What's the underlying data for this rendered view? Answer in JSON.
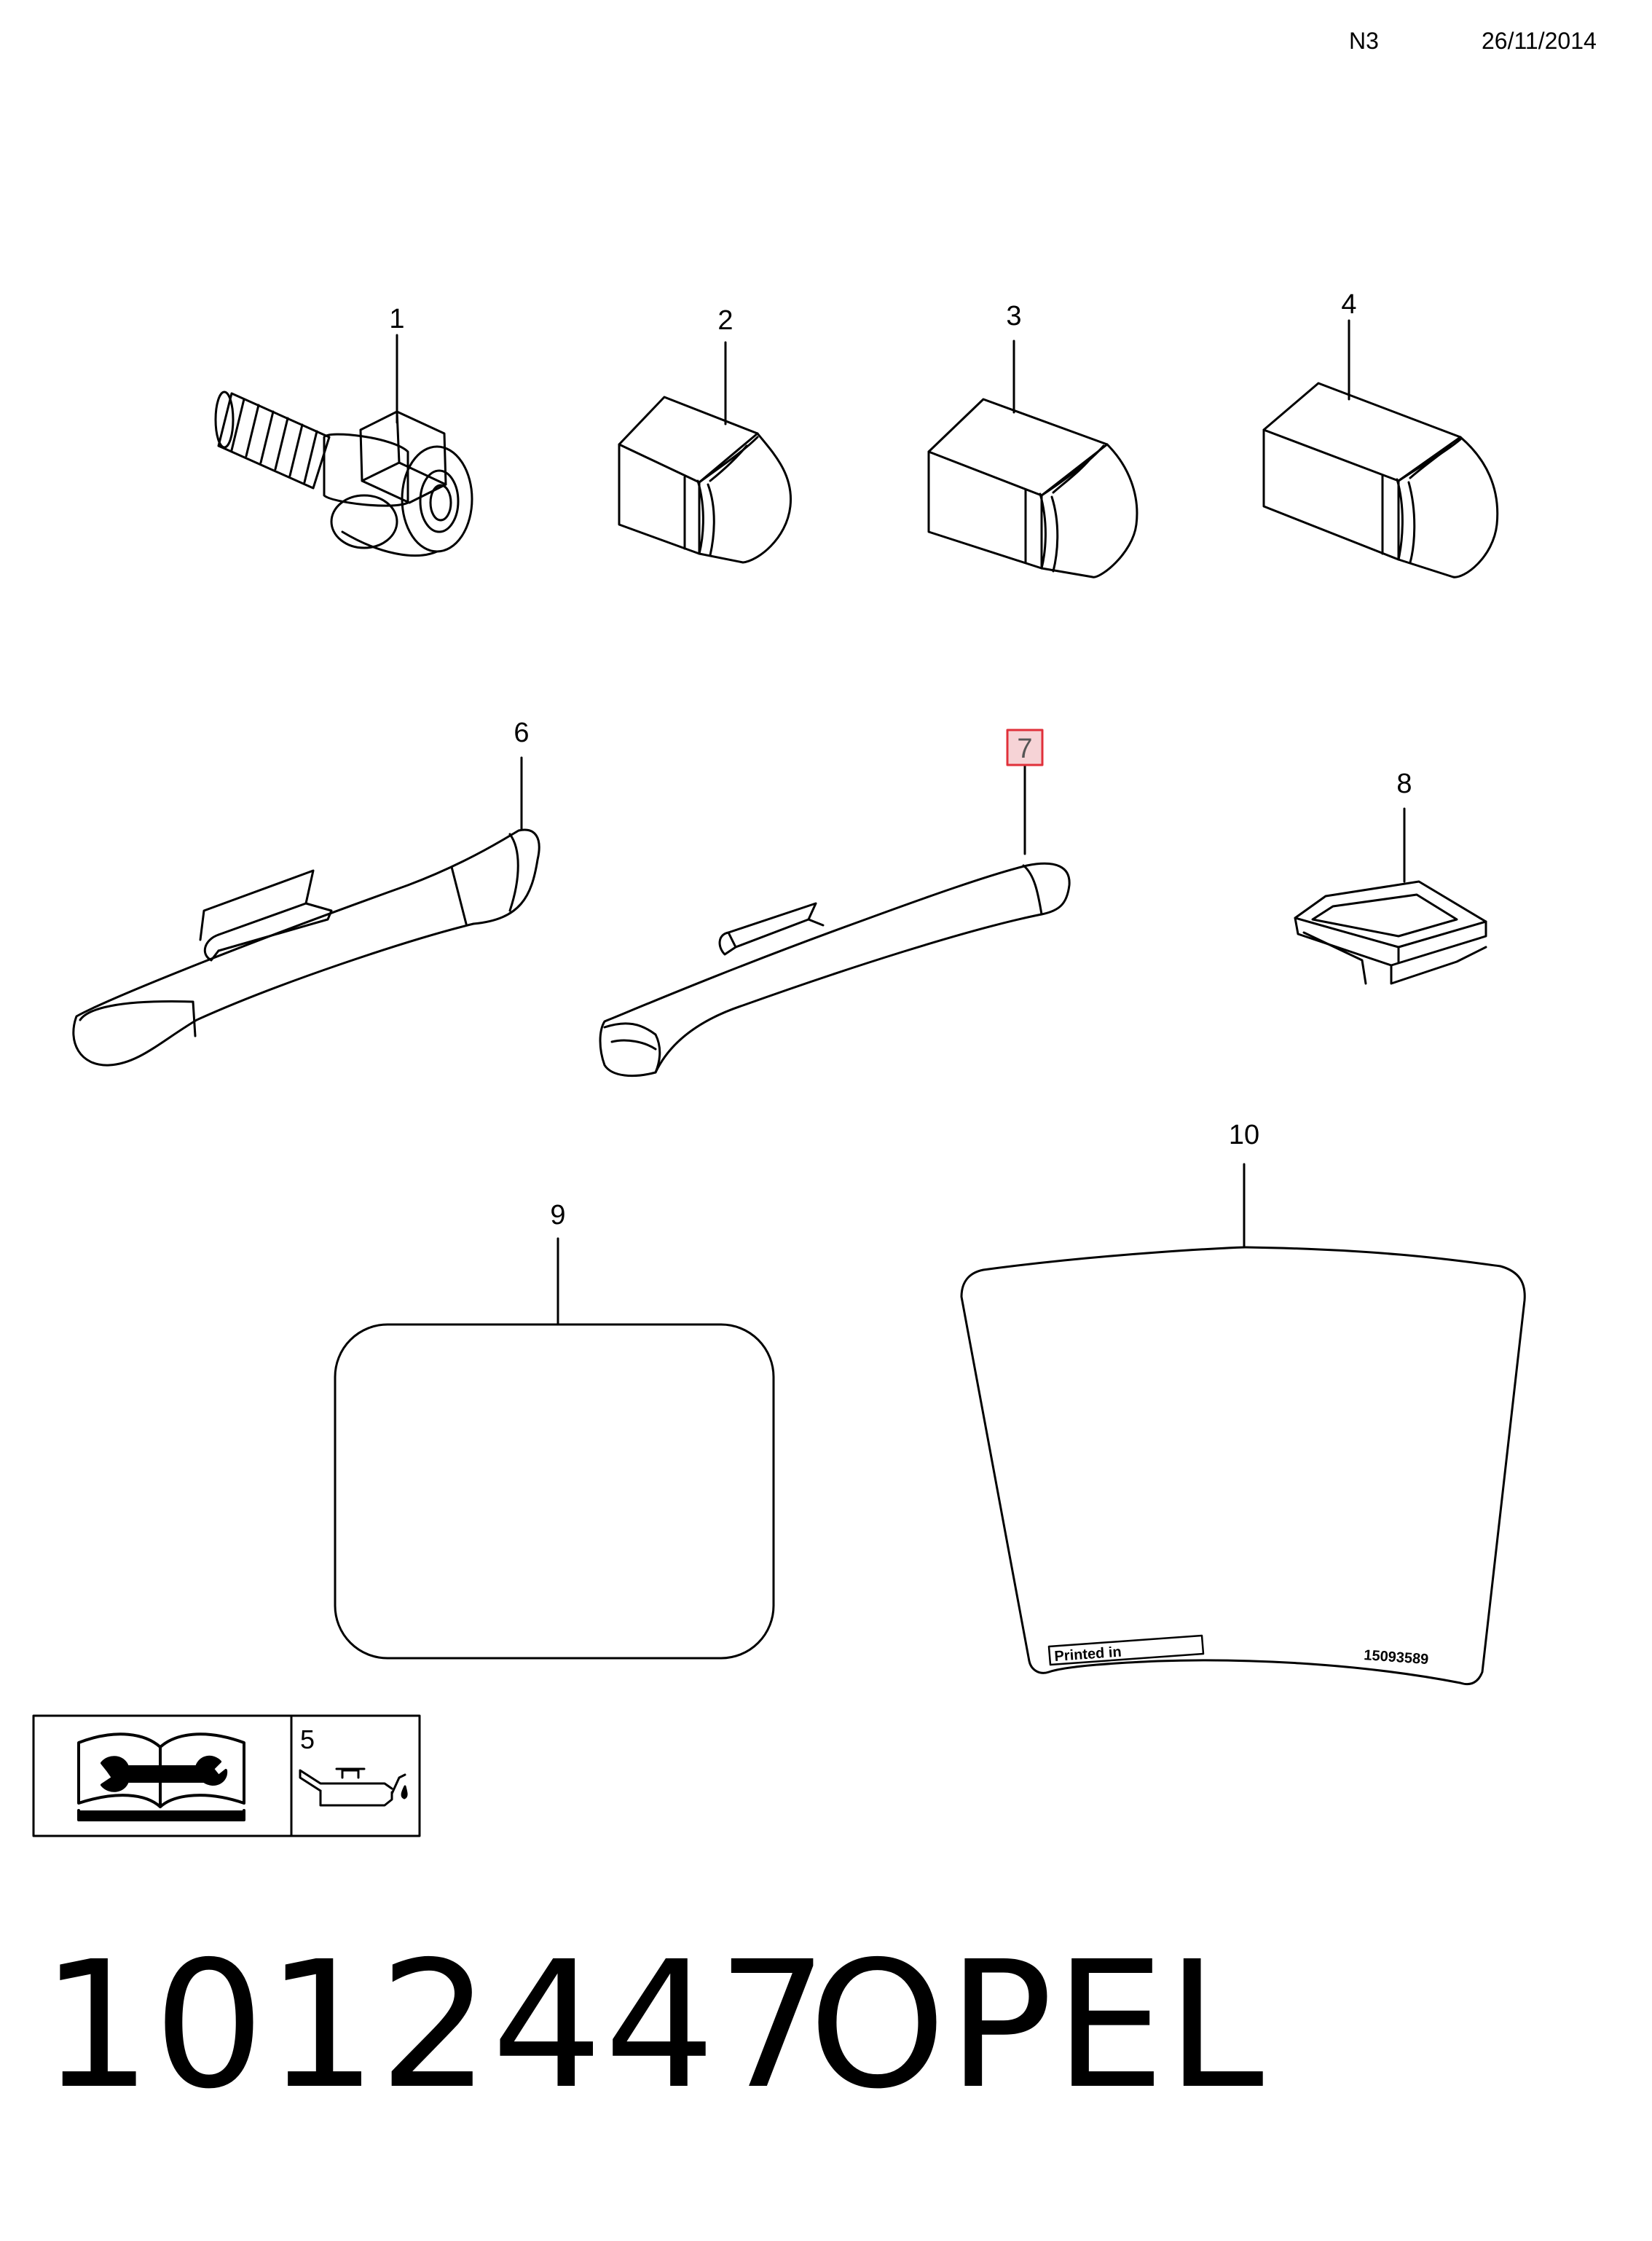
{
  "header": {
    "code": "N3",
    "date": "26/11/2014"
  },
  "callouts": [
    {
      "id": "1",
      "label": "1"
    },
    {
      "id": "2",
      "label": "2"
    },
    {
      "id": "3",
      "label": "3"
    },
    {
      "id": "4",
      "label": "4"
    },
    {
      "id": "5",
      "label": "5"
    },
    {
      "id": "6",
      "label": "6"
    },
    {
      "id": "7",
      "label": "7",
      "highlighted": true
    },
    {
      "id": "8",
      "label": "8"
    },
    {
      "id": "9",
      "label": "9"
    },
    {
      "id": "10",
      "label": "10"
    }
  ],
  "label_card": {
    "printed_in": "Printed in",
    "part_number": "15093589"
  },
  "legend": {
    "icons": [
      "manual-wrench-icon",
      "oil-can-icon"
    ]
  },
  "footer": {
    "part_number": "1012447",
    "brand": "OPEL"
  },
  "colors": {
    "highlight_fill": "#f6d3d6",
    "highlight_stroke": "#e0303a",
    "line": "#000000"
  }
}
